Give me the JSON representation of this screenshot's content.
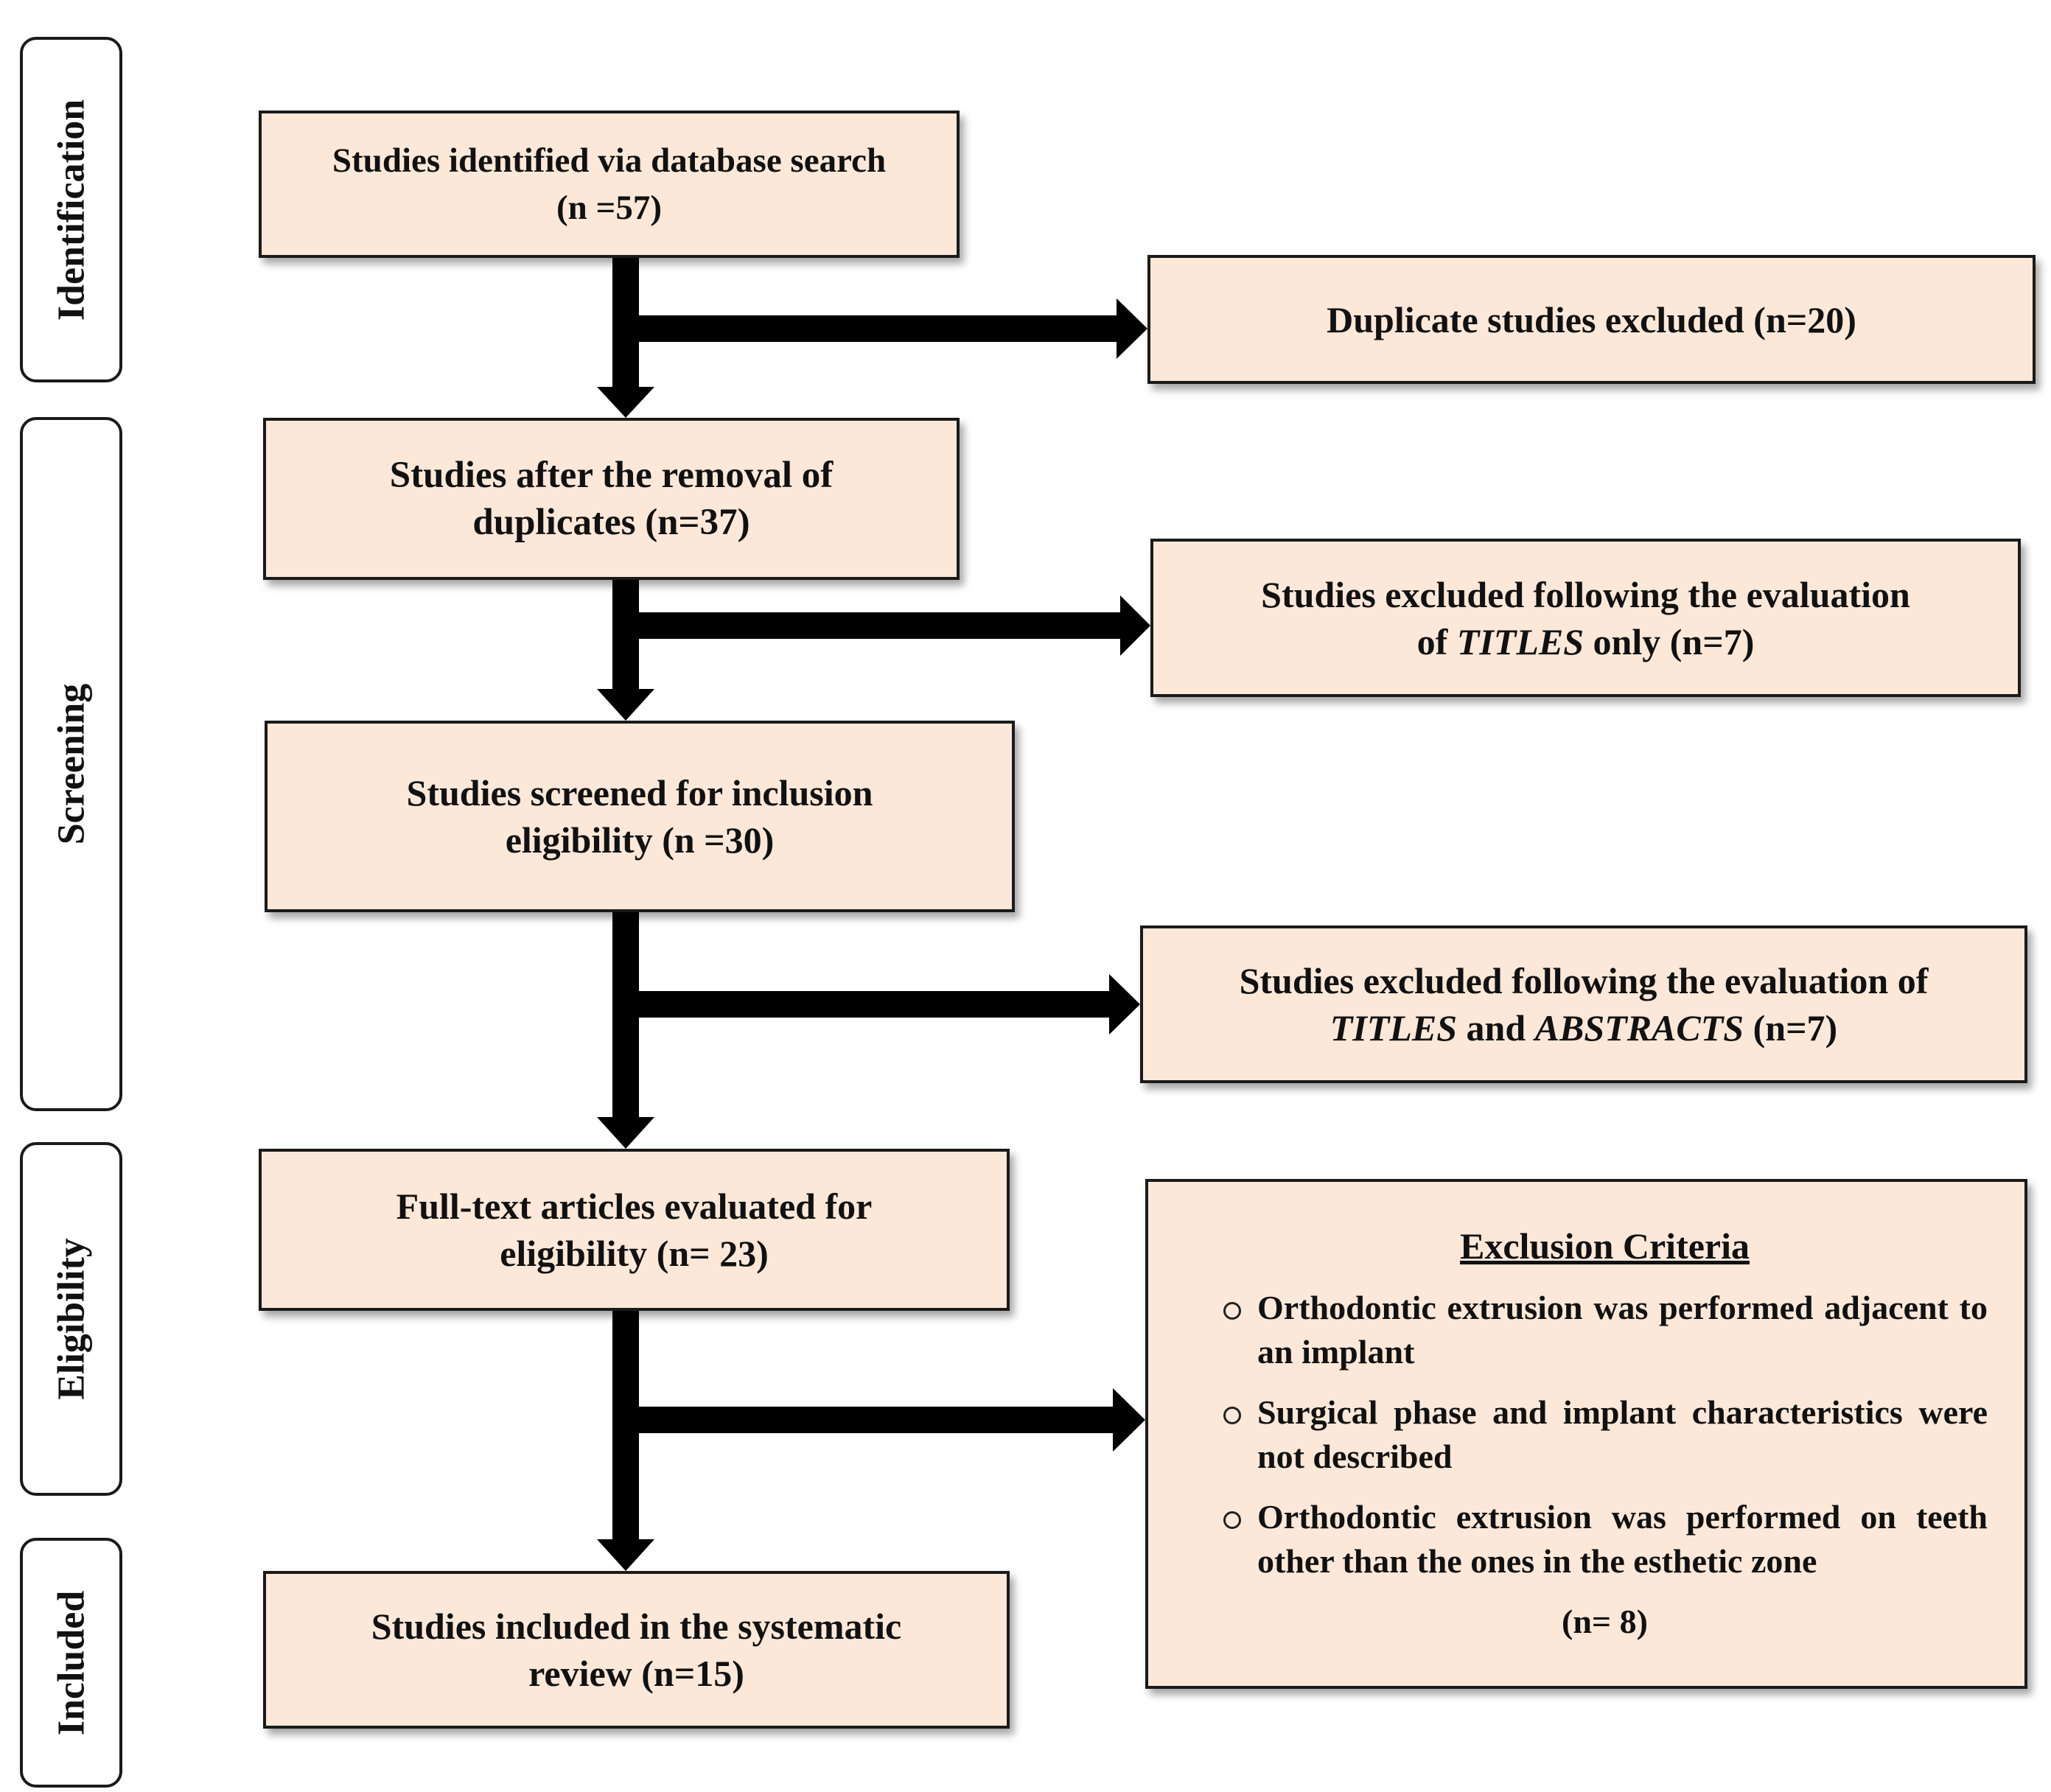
{
  "phases": {
    "identification": "Identification",
    "screening": "Screening",
    "eligibility": "Eligibility",
    "included": "Included"
  },
  "boxes": {
    "identified": {
      "line1": "Studies identified via database search",
      "line2": "(n =57)"
    },
    "after_duplicates": {
      "line1": "Studies after the removal of",
      "line2": "duplicates (n=37)"
    },
    "screened": {
      "line1": "Studies screened for inclusion",
      "line2": "eligibility (n =30)"
    },
    "full_text": {
      "line1": "Full-text articles evaluated for",
      "line2": "eligibility (n= 23)"
    },
    "included": {
      "line1": "Studies included in the systematic",
      "line2": "review (n=15)"
    }
  },
  "exclusions": {
    "duplicates": "Duplicate studies excluded (n=20)",
    "titles": {
      "line1": "Studies excluded following the evaluation",
      "pre": "of ",
      "em": "TITLES",
      "post": " only (n=7)"
    },
    "titles_abstracts": {
      "line1": "Studies excluded following the evaluation of",
      "em1": "TITLES",
      "mid": " and ",
      "em2": "ABSTRACTS",
      "post": " (n=7)"
    },
    "criteria": {
      "title": "Exclusion Criteria",
      "items": [
        "Orthodontic extrusion was performed adjacent to an implant",
        "Surgical phase and implant characteristics were not described",
        "Orthodontic extrusion was performed on teeth other than the ones in the esthetic zone"
      ],
      "count": "(n= 8)"
    }
  },
  "colors": {
    "box_fill": "#fce8d8",
    "arrow": "#000000"
  }
}
